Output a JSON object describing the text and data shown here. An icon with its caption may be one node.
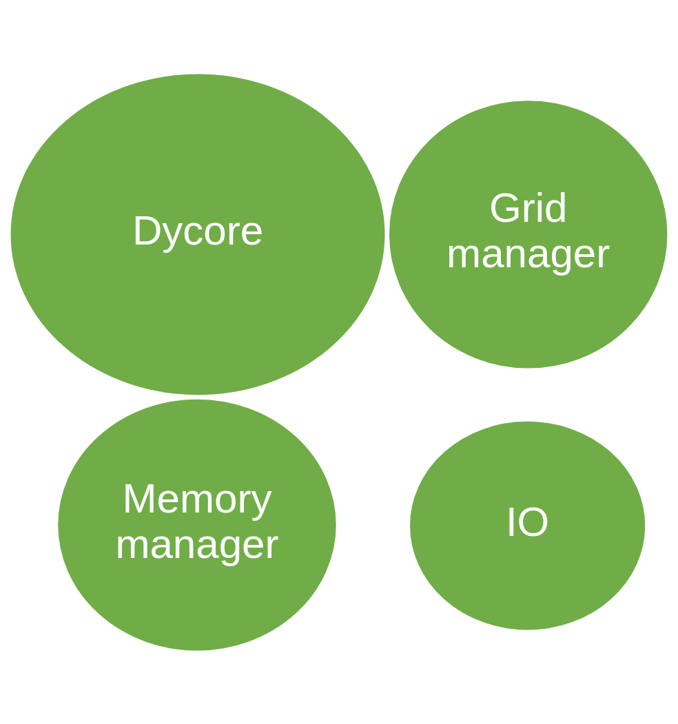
{
  "diagram": {
    "nodes": [
      {
        "text": [
          "IO"
        ]
      },
      {
        "text": [
          "Grid manager"
        ]
      },
      {
        "text": [
          "Dycore"
        ]
      },
      {
        "text": [
          "Memory manager"
        ]
      }
    ]
  }
}
